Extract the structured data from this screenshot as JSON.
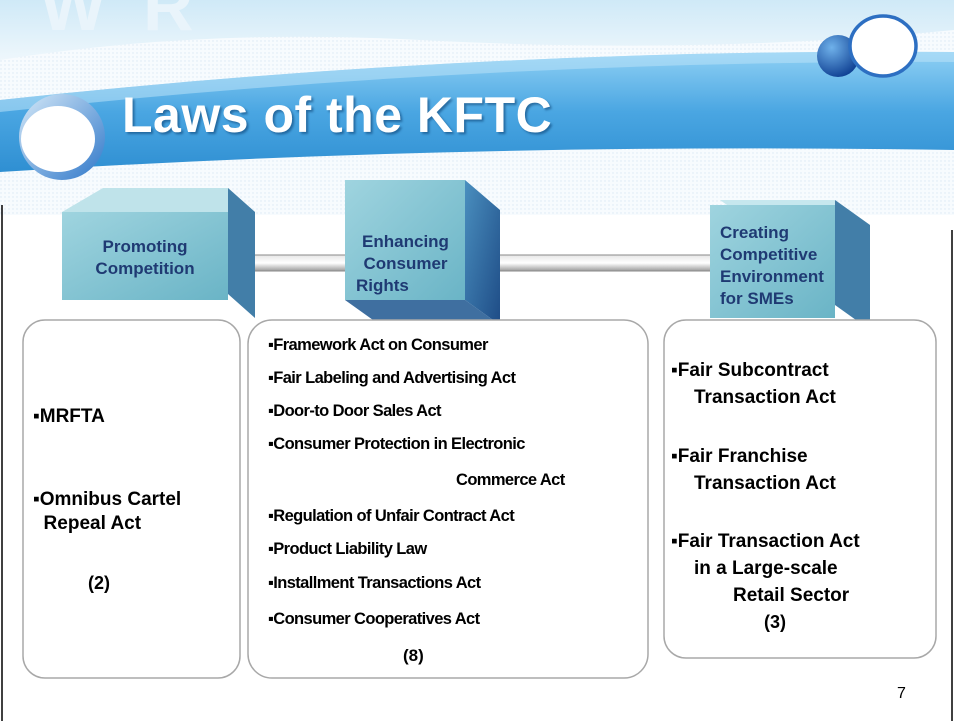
{
  "slide": {
    "title": "Laws of the KFTC",
    "page_number": "7",
    "colors": {
      "title_band": "#4aa6e2",
      "cube_face": "#7ec2d2",
      "text_dark_blue": "#1f3a73"
    }
  },
  "categories": [
    {
      "label": "Promoting\nCompetition",
      "laws": [
        "▪MRFTA",
        "▪Omnibus Cartel\n  Repeal Act"
      ],
      "count": "(2)"
    },
    {
      "label": "Enhancing\nConsumer\nRights",
      "laws": [
        "▪Framework Act on Consumer",
        "▪Fair Labeling and Advertising Act",
        "▪Door-to Door Sales Act",
        "▪Consumer Protection in Electronic",
        "Commerce Act",
        "▪Regulation of Unfair Contract Act",
        "▪Product Liability Law",
        "▪Installment Transactions Act",
        "▪Consumer Cooperatives Act"
      ],
      "count": "(8)"
    },
    {
      "label": "Creating\nCompetitive\nEnvironment\nfor SMEs",
      "laws": [
        "▪Fair Subcontract",
        "Transaction Act",
        "▪Fair Franchise",
        "Transaction Act",
        "▪Fair Transaction Act",
        "in a Large-scale",
        "Retail Sector"
      ],
      "count": "(3)"
    }
  ]
}
